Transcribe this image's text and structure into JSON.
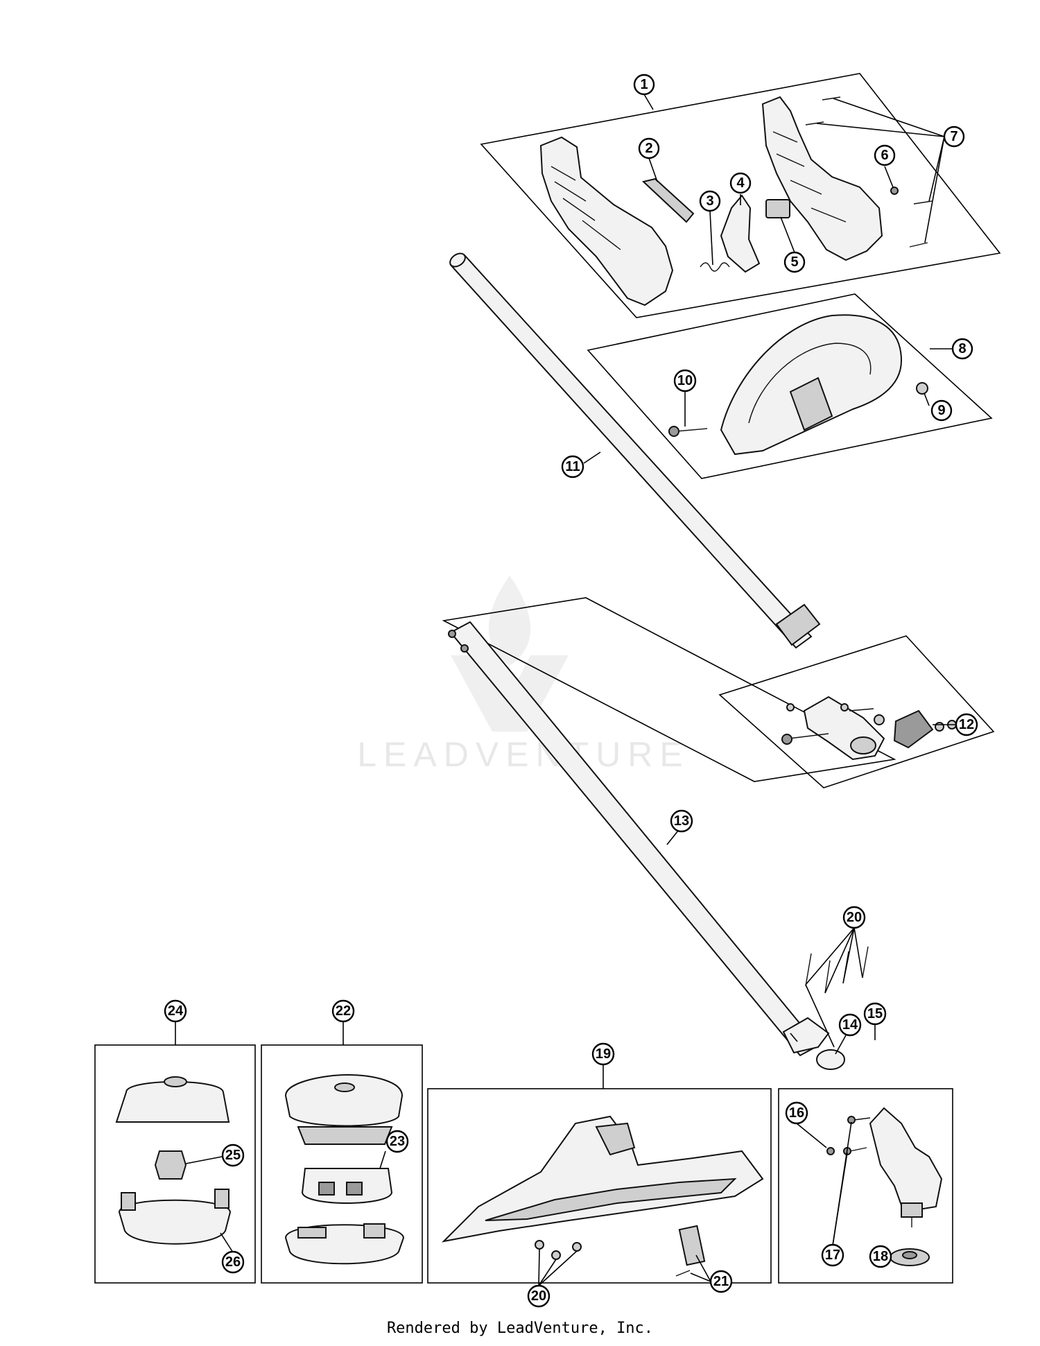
{
  "watermark": {
    "text": "LEADVENTURE"
  },
  "footer": {
    "text": "Rendered by LeadVenture, Inc."
  },
  "callouts": [
    {
      "id": "1",
      "label": "1"
    },
    {
      "id": "2",
      "label": "2"
    },
    {
      "id": "3",
      "label": "3"
    },
    {
      "id": "4",
      "label": "4"
    },
    {
      "id": "5",
      "label": "5"
    },
    {
      "id": "6",
      "label": "6"
    },
    {
      "id": "7",
      "label": "7"
    },
    {
      "id": "8",
      "label": "8"
    },
    {
      "id": "9",
      "label": "9"
    },
    {
      "id": "10",
      "label": "10"
    },
    {
      "id": "11",
      "label": "11"
    },
    {
      "id": "12",
      "label": "12"
    },
    {
      "id": "13",
      "label": "13"
    },
    {
      "id": "14",
      "label": "14"
    },
    {
      "id": "15",
      "label": "15"
    },
    {
      "id": "16",
      "label": "16"
    },
    {
      "id": "17",
      "label": "17"
    },
    {
      "id": "18",
      "label": "18"
    },
    {
      "id": "19",
      "label": "19"
    },
    {
      "id": "20a",
      "label": "20"
    },
    {
      "id": "20b",
      "label": "20"
    },
    {
      "id": "21",
      "label": "21"
    },
    {
      "id": "22",
      "label": "22"
    },
    {
      "id": "23",
      "label": "23"
    },
    {
      "id": "24",
      "label": "24"
    },
    {
      "id": "25",
      "label": "25"
    },
    {
      "id": "26",
      "label": "26"
    }
  ]
}
